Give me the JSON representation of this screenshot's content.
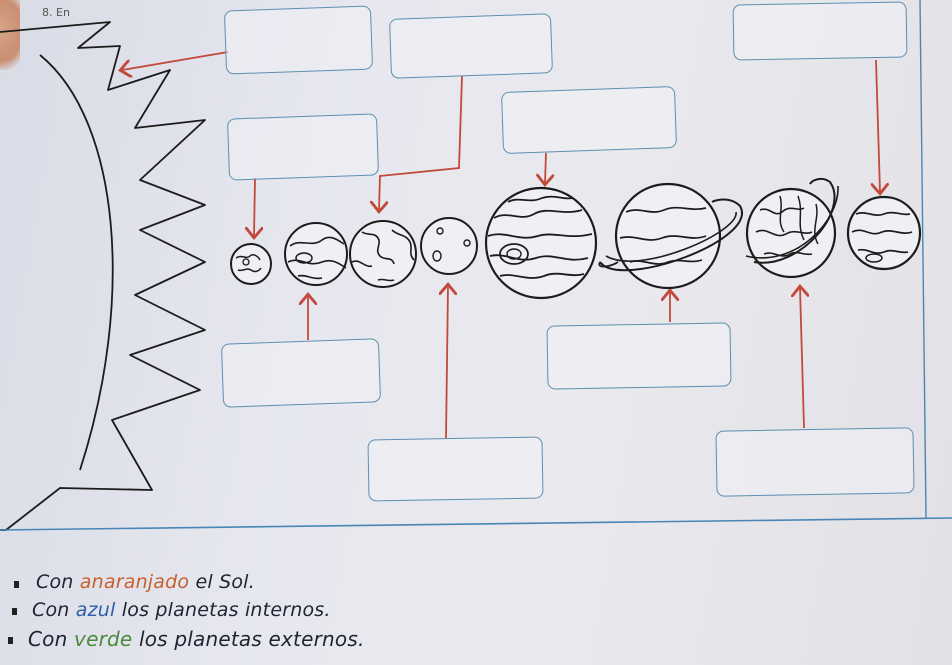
{
  "worksheet": {
    "header_partial": "8.  En",
    "planets": [
      {
        "name": "mercury-drawing"
      },
      {
        "name": "venus-drawing"
      },
      {
        "name": "earth-drawing"
      },
      {
        "name": "mars-drawing"
      },
      {
        "name": "jupiter-drawing"
      },
      {
        "name": "saturn-drawing"
      },
      {
        "name": "uranus-drawing"
      },
      {
        "name": "neptune-drawing"
      }
    ],
    "colors": {
      "arrow": "#c24a3a",
      "box_border": "#5d8fb0",
      "ink": "#1c1c1c",
      "frame_line": "#4a86b5"
    }
  },
  "instructions": {
    "line1": {
      "prefix": "Con ",
      "color_word": "anaranjado",
      "suffix": " el Sol."
    },
    "line2": {
      "prefix": "Con ",
      "color_word": "azul",
      "suffix": " los planetas internos."
    },
    "line3": {
      "prefix": "Con ",
      "color_word": "verde",
      "suffix": " los planetas externos."
    },
    "word_colors": {
      "orange": "#c8602e",
      "blue": "#2c5ea8",
      "green": "#4b8a3c"
    }
  }
}
